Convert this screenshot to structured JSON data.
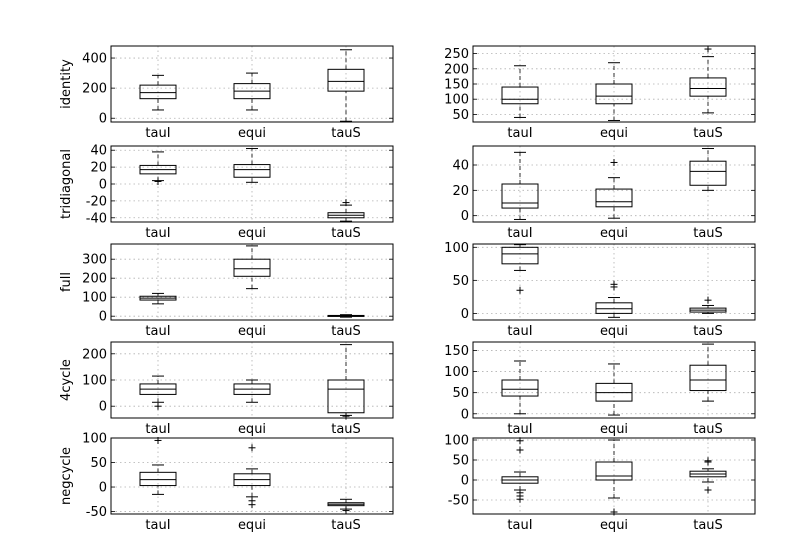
{
  "chart_data": [
    {
      "type": "box",
      "row": 0,
      "col": 0,
      "ylabel": "identity",
      "categories": [
        "tauI",
        "equi",
        "tauS"
      ],
      "ylim": [
        -25,
        480
      ],
      "yticks": [
        0,
        200,
        400
      ],
      "boxes": [
        {
          "whisker_low": 55,
          "q1": 130,
          "median": 170,
          "q3": 220,
          "whisker_high": 285,
          "outliers": []
        },
        {
          "whisker_low": 55,
          "q1": 130,
          "median": 180,
          "q3": 230,
          "whisker_high": 300,
          "outliers": []
        },
        {
          "whisker_low": -20,
          "q1": 180,
          "median": 245,
          "q3": 325,
          "whisker_high": 455,
          "outliers": []
        }
      ]
    },
    {
      "type": "box",
      "row": 0,
      "col": 1,
      "ylabel": "",
      "categories": [
        "tauI",
        "equi",
        "tauS"
      ],
      "ylim": [
        25,
        275
      ],
      "yticks": [
        50,
        100,
        150,
        200,
        250
      ],
      "boxes": [
        {
          "whisker_low": 40,
          "q1": 85,
          "median": 100,
          "q3": 140,
          "whisker_high": 210,
          "outliers": []
        },
        {
          "whisker_low": 30,
          "q1": 85,
          "median": 110,
          "q3": 150,
          "whisker_high": 220,
          "outliers": []
        },
        {
          "whisker_low": 55,
          "q1": 110,
          "median": 135,
          "q3": 170,
          "whisker_high": 240,
          "outliers": [
            265
          ]
        }
      ]
    },
    {
      "type": "box",
      "row": 1,
      "col": 0,
      "ylabel": "tridiagonal",
      "categories": [
        "tauI",
        "equi",
        "tauS"
      ],
      "ylim": [
        -45,
        45
      ],
      "yticks": [
        -40,
        -20,
        0,
        20,
        40
      ],
      "boxes": [
        {
          "whisker_low": 4,
          "q1": 12,
          "median": 17,
          "q3": 22,
          "whisker_high": 38,
          "outliers": [
            3
          ]
        },
        {
          "whisker_low": 2,
          "q1": 8,
          "median": 17,
          "q3": 23,
          "whisker_high": 42,
          "outliers": []
        },
        {
          "whisker_low": -44,
          "q1": -40,
          "median": -37,
          "q3": -34,
          "whisker_high": -25,
          "outliers": [
            -22
          ]
        }
      ]
    },
    {
      "type": "box",
      "row": 1,
      "col": 1,
      "ylabel": "",
      "categories": [
        "tauI",
        "equi",
        "tauS"
      ],
      "ylim": [
        -5,
        55
      ],
      "yticks": [
        0,
        20,
        40
      ],
      "boxes": [
        {
          "whisker_low": -3,
          "q1": 6,
          "median": 10,
          "q3": 25,
          "whisker_high": 50,
          "outliers": []
        },
        {
          "whisker_low": -2,
          "q1": 7,
          "median": 11,
          "q3": 21,
          "whisker_high": 30,
          "outliers": [
            42
          ]
        },
        {
          "whisker_low": 20,
          "q1": 24,
          "median": 35,
          "q3": 43,
          "whisker_high": 53,
          "outliers": []
        }
      ]
    },
    {
      "type": "box",
      "row": 2,
      "col": 0,
      "ylabel": "full",
      "categories": [
        "tauI",
        "equi",
        "tauS"
      ],
      "ylim": [
        -20,
        380
      ],
      "yticks": [
        0,
        100,
        200,
        300
      ],
      "boxes": [
        {
          "whisker_low": 65,
          "q1": 85,
          "median": 95,
          "q3": 105,
          "whisker_high": 120,
          "outliers": []
        },
        {
          "whisker_low": 145,
          "q1": 210,
          "median": 250,
          "q3": 300,
          "whisker_high": 370,
          "outliers": []
        },
        {
          "whisker_low": -5,
          "q1": 0,
          "median": 2,
          "q3": 4,
          "whisker_high": 8,
          "outliers": []
        }
      ]
    },
    {
      "type": "box",
      "row": 2,
      "col": 1,
      "ylabel": "",
      "categories": [
        "tauI",
        "equi",
        "tauS"
      ],
      "ylim": [
        -10,
        105
      ],
      "yticks": [
        0,
        50,
        100
      ],
      "boxes": [
        {
          "whisker_low": 65,
          "q1": 75,
          "median": 90,
          "q3": 100,
          "whisker_high": 104,
          "outliers": [
            35
          ]
        },
        {
          "whisker_low": -6,
          "q1": 0,
          "median": 7,
          "q3": 16,
          "whisker_high": 24,
          "outliers": [
            40,
            44
          ]
        },
        {
          "whisker_low": 0,
          "q1": 2,
          "median": 5,
          "q3": 8,
          "whisker_high": 12,
          "outliers": [
            20
          ]
        }
      ]
    },
    {
      "type": "box",
      "row": 3,
      "col": 0,
      "ylabel": "4cycle",
      "categories": [
        "tauI",
        "equi",
        "tauS"
      ],
      "ylim": [
        -45,
        245
      ],
      "yticks": [
        0,
        100,
        200
      ],
      "boxes": [
        {
          "whisker_low": 15,
          "q1": 45,
          "median": 65,
          "q3": 85,
          "whisker_high": 115,
          "outliers": [
            0
          ]
        },
        {
          "whisker_low": 15,
          "q1": 45,
          "median": 65,
          "q3": 85,
          "whisker_high": 100,
          "outliers": []
        },
        {
          "whisker_low": -35,
          "q1": -25,
          "median": 65,
          "q3": 100,
          "whisker_high": 235,
          "outliers": [
            -38
          ]
        }
      ]
    },
    {
      "type": "box",
      "row": 3,
      "col": 1,
      "ylabel": "",
      "categories": [
        "tauI",
        "equi",
        "tauS"
      ],
      "ylim": [
        -10,
        170
      ],
      "yticks": [
        0,
        50,
        100,
        150
      ],
      "boxes": [
        {
          "whisker_low": 0,
          "q1": 42,
          "median": 58,
          "q3": 80,
          "whisker_high": 125,
          "outliers": []
        },
        {
          "whisker_low": -3,
          "q1": 30,
          "median": 50,
          "q3": 72,
          "whisker_high": 118,
          "outliers": []
        },
        {
          "whisker_low": 30,
          "q1": 55,
          "median": 80,
          "q3": 115,
          "whisker_high": 165,
          "outliers": []
        }
      ]
    },
    {
      "type": "box",
      "row": 4,
      "col": 0,
      "ylabel": "negcycle",
      "categories": [
        "tauI",
        "equi",
        "tauS"
      ],
      "ylim": [
        -55,
        100
      ],
      "yticks": [
        -50,
        0,
        50,
        100
      ],
      "boxes": [
        {
          "whisker_low": -15,
          "q1": 3,
          "median": 15,
          "q3": 30,
          "whisker_high": 45,
          "outliers": [
            95
          ]
        },
        {
          "whisker_low": -20,
          "q1": 3,
          "median": 15,
          "q3": 27,
          "whisker_high": 37,
          "outliers": [
            80,
            -28,
            -36
          ]
        },
        {
          "whisker_low": -45,
          "q1": -38,
          "median": -35,
          "q3": -32,
          "whisker_high": -25,
          "outliers": [
            -48
          ]
        }
      ]
    },
    {
      "type": "box",
      "row": 4,
      "col": 1,
      "ylabel": "",
      "categories": [
        "tauI",
        "equi",
        "tauS"
      ],
      "ylim": [
        -85,
        105
      ],
      "yticks": [
        -50,
        0,
        50,
        100
      ],
      "boxes": [
        {
          "whisker_low": -25,
          "q1": -8,
          "median": 0,
          "q3": 8,
          "whisker_high": 20,
          "outliers": [
            98,
            75,
            -32,
            -40,
            -48
          ]
        },
        {
          "whisker_low": -45,
          "q1": 0,
          "median": 10,
          "q3": 45,
          "whisker_high": 100,
          "outliers": [
            -80
          ]
        },
        {
          "whisker_low": -5,
          "q1": 8,
          "median": 15,
          "q3": 22,
          "whisker_high": 28,
          "outliers": [
            45,
            48,
            -25
          ]
        }
      ]
    }
  ]
}
